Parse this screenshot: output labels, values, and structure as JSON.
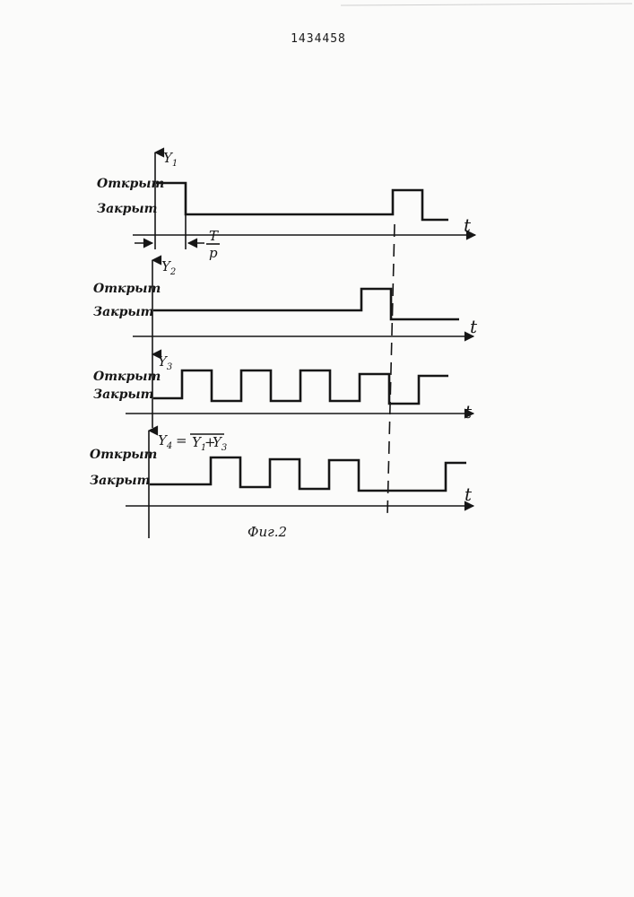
{
  "header": {
    "patent_number": "1434458"
  },
  "states": {
    "open": "Открыт",
    "closed": "Закрыт"
  },
  "time_label": "t",
  "period": {
    "numerator": "T",
    "denominator": "p"
  },
  "signals": {
    "y1": {
      "name": "Y",
      "sub": "1"
    },
    "y2": {
      "name": "Y",
      "sub": "2"
    },
    "y3": {
      "name": "Y",
      "sub": "3"
    },
    "y4": {
      "name": "Y",
      "sub": "4",
      "eq": "=",
      "expr_a": "Y",
      "expr_a_sub": "1",
      "plus": "+",
      "expr_b": "Y",
      "expr_b_sub": "3"
    }
  },
  "caption": "Фиг.2",
  "colors": {
    "ink": "#161616",
    "paper": "#fbfbfa"
  }
}
